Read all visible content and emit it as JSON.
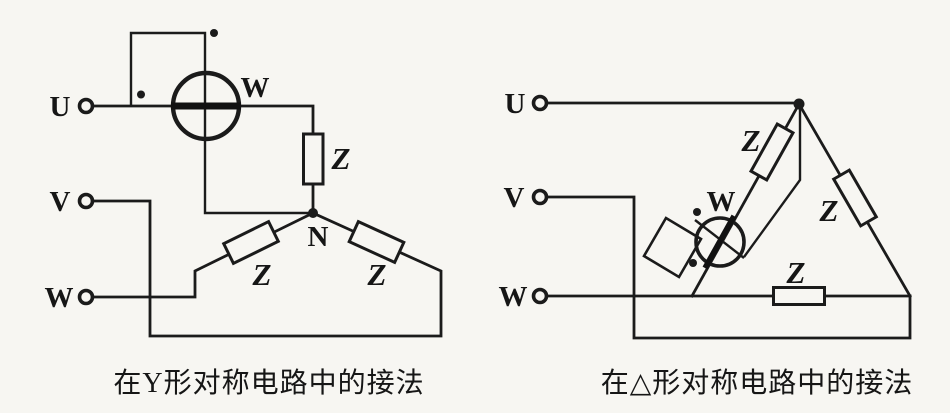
{
  "figure": {
    "background_color": "#f7f6f2",
    "ink_color": "#1b1b1b"
  },
  "wye": {
    "caption": "在Y形对称电路中的接法",
    "terminals": {
      "u": "U",
      "v": "V",
      "w": "W"
    },
    "wattmeter_label": "W",
    "neutral_label": "N",
    "impedances": {
      "top": "Z",
      "left": "Z",
      "right": "Z"
    }
  },
  "delta": {
    "caption": "在△形对称电路中的接法",
    "terminals": {
      "u": "U",
      "v": "V",
      "w": "W"
    },
    "wattmeter_label": "W",
    "impedances": {
      "left": "Z",
      "right": "Z",
      "bottom": "Z"
    }
  }
}
